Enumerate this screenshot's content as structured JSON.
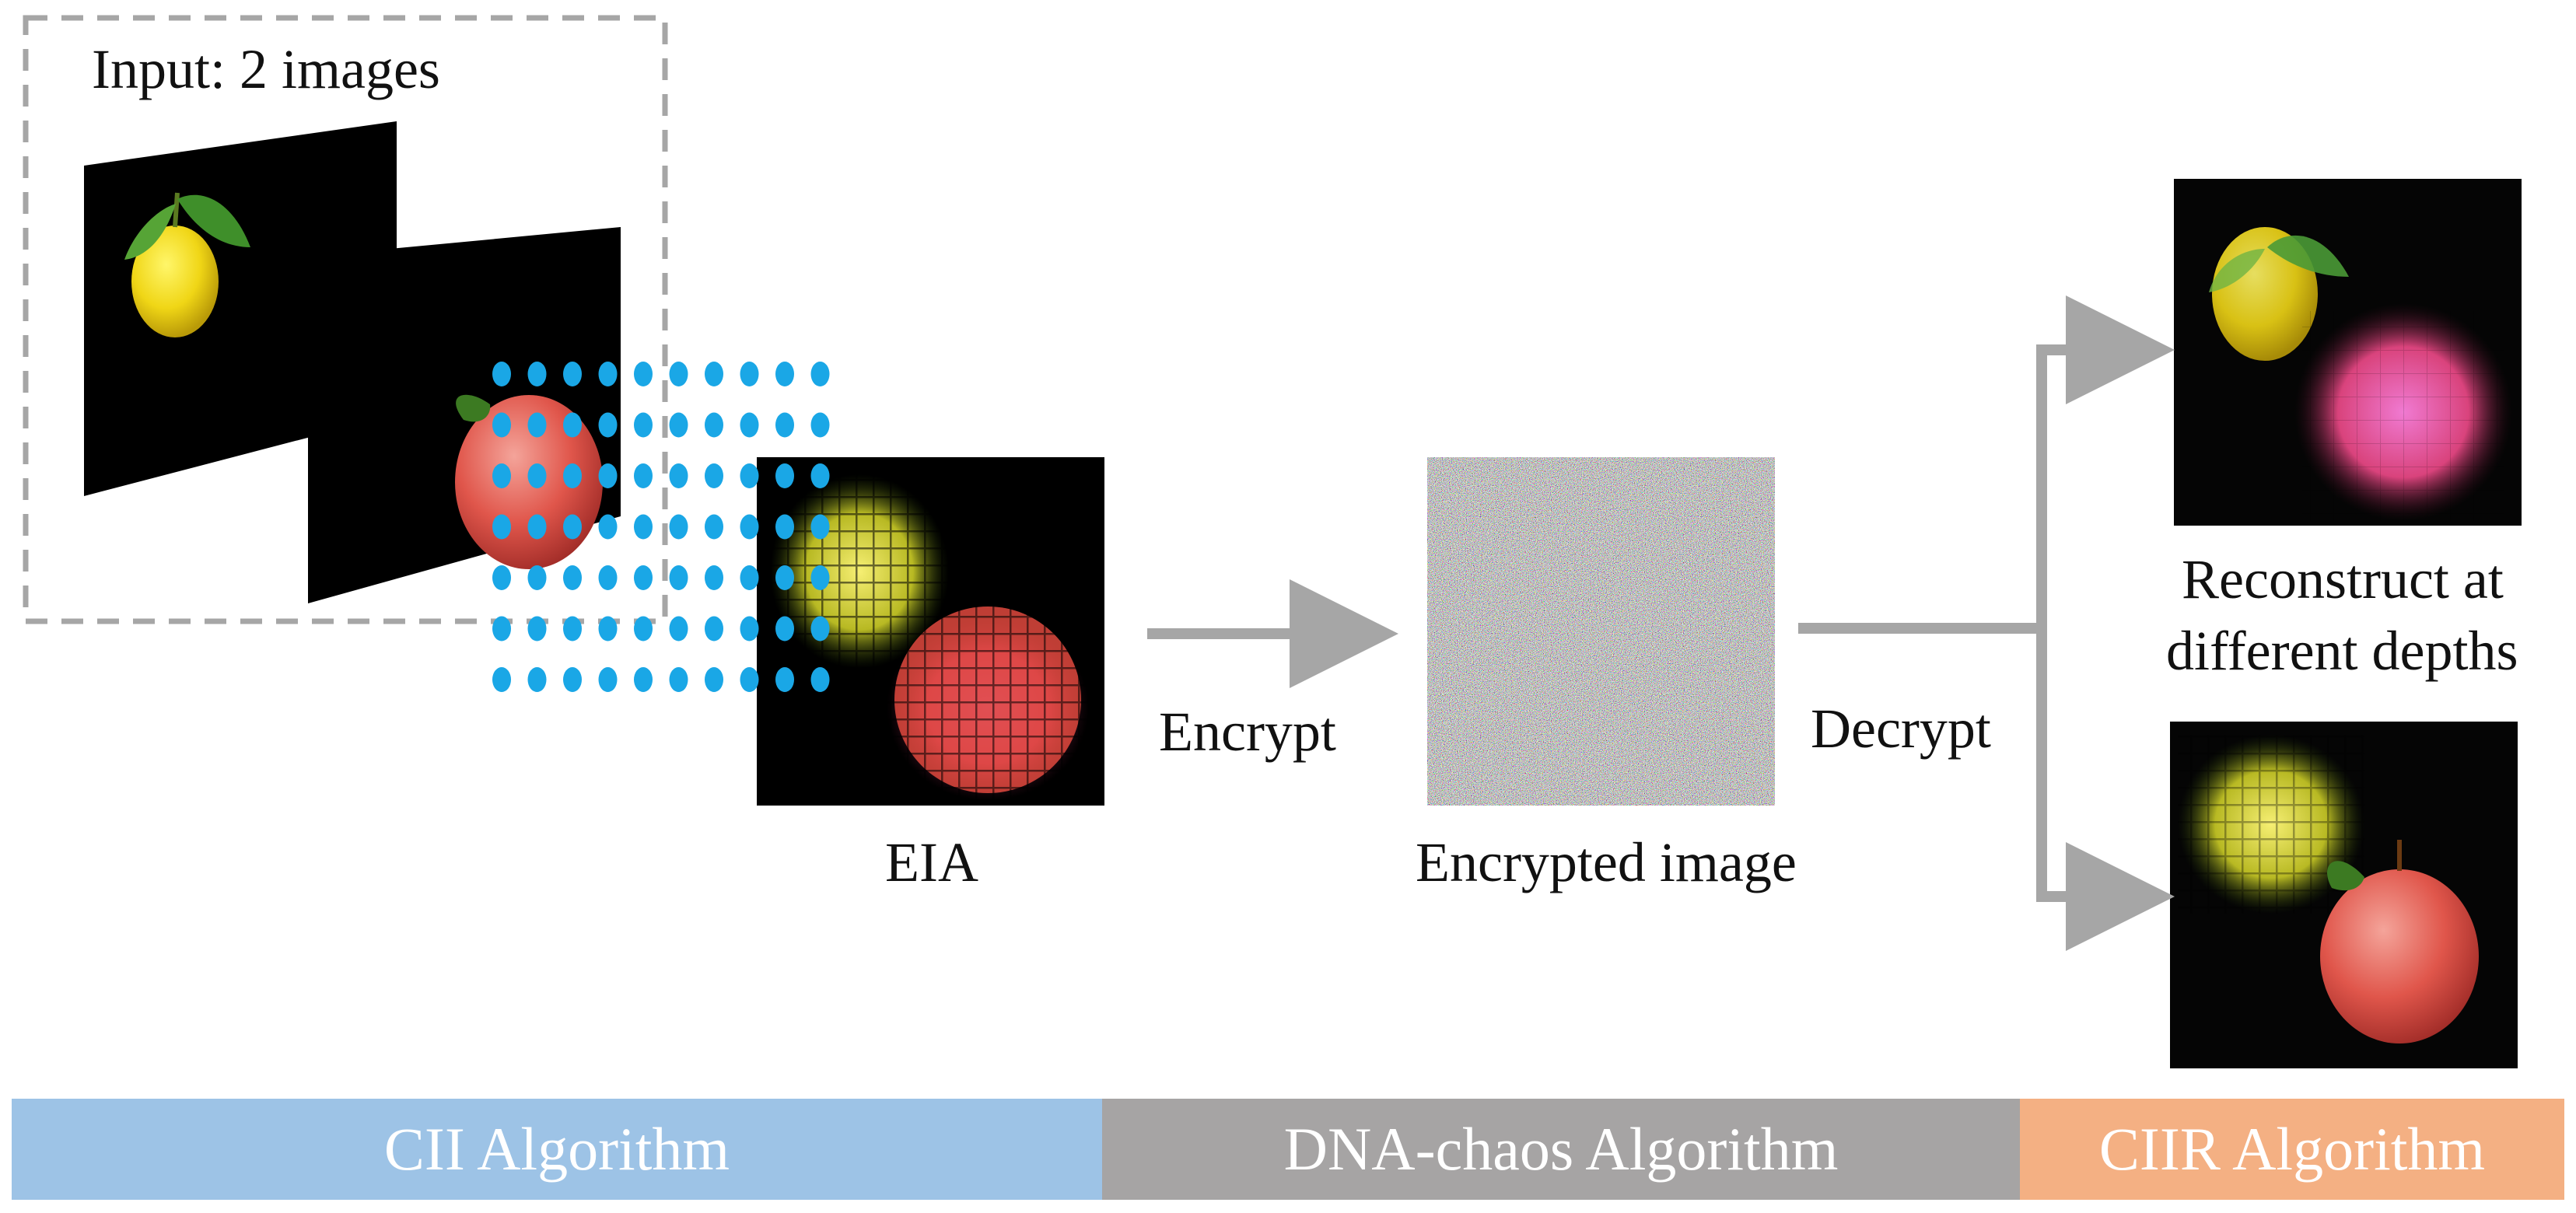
{
  "input_label": "Input: 2 images",
  "eia_label": "EIA",
  "encrypt_label": "Encrypt",
  "encrypted_label": "Encrypted image",
  "decrypt_label": "Decrypt",
  "reconstruct_label": {
    "line1": "Reconstruct at",
    "line2": "different depths"
  },
  "algorithms": [
    {
      "label": "CII Algorithm",
      "color": "#9dc3e6"
    },
    {
      "label": "DNA-chaos Algorithm",
      "color": "#a6a4a4"
    },
    {
      "label": "CIIR Algorithm",
      "color": "#f4b083"
    }
  ],
  "colors": {
    "arrow": "#a6a6a6",
    "lens_dots": "#1aa7e6",
    "dashed_box": "#a6a6a6",
    "image_bg": "#000000"
  }
}
